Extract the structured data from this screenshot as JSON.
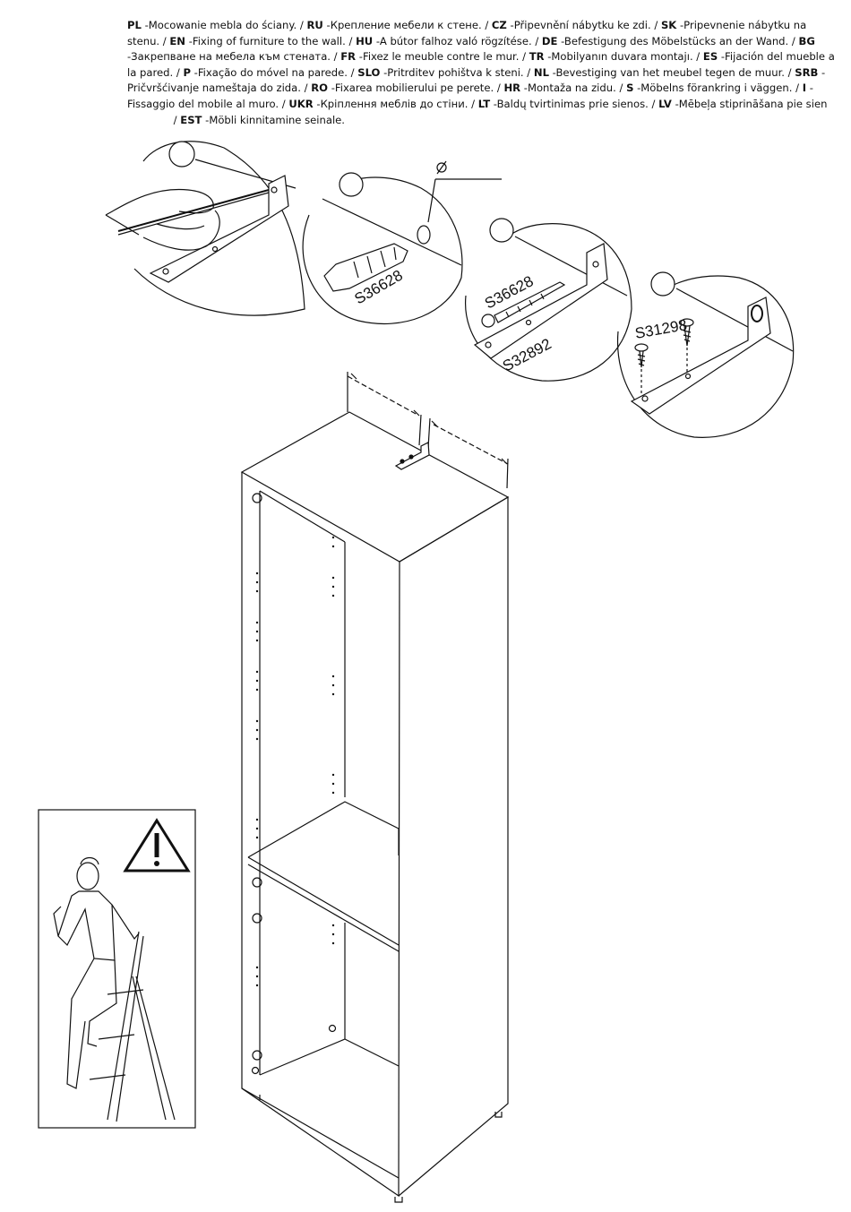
{
  "instructions": [
    {
      "lang": "PL",
      "text": "-Mocowanie mebla do ściany."
    },
    {
      "lang": "RU",
      "text": "-Крепление мебели к стене."
    },
    {
      "lang": "CZ",
      "text": "-Připevnění nábytku ke zdi."
    },
    {
      "lang": "SK",
      "text": "-Pripevnenie nábytku na stenu."
    },
    {
      "lang": "EN",
      "text": "-Fixing of furniture to the wall."
    },
    {
      "lang": "HU",
      "text": "-A bútor falhoz való rögzítése."
    },
    {
      "lang": "DE",
      "text": "-Befestigung des Möbelstücks an der Wand."
    },
    {
      "lang": "BG",
      "text": "-Закрепване на мебела към стената."
    },
    {
      "lang": "FR",
      "text": "-Fixez le meuble contre le mur."
    },
    {
      "lang": "TR",
      "text": "-Mobilyanın duvara montajı."
    },
    {
      "lang": "ES",
      "text": "-Fijación del mueble a la pared."
    },
    {
      "lang": "P",
      "text": "-Fixação do móvel na parede."
    },
    {
      "lang": "SLO",
      "text": "-Pritrditev pohištva k steni."
    },
    {
      "lang": "NL",
      "text": "-Bevestiging van het meubel tegen de muur."
    },
    {
      "lang": "SRB",
      "text": "-Pričvršćivanje nameštaja do zida."
    },
    {
      "lang": "RO",
      "text": "-Fixarea mobilierului pe perete."
    },
    {
      "lang": "HR",
      "text": "-Montaža na zidu."
    },
    {
      "lang": "S",
      "text": "-Möbelns förankring i väggen."
    },
    {
      "lang": "I",
      "text": "-Fissaggio del mobile al muro."
    },
    {
      "lang": "UKR",
      "text": "-Кріплення меблів до стіни."
    },
    {
      "lang": "LT",
      "text": "-Baldų tvirtinimas prie sienos."
    },
    {
      "lang": "LV",
      "text": "-Mēbeļa stiprināšana pie sien"
    },
    {
      "lang": "EST",
      "text": "-Möbli kinnitamine seinale."
    }
  ],
  "parts": {
    "dowel": "S36628",
    "screw": "S36628",
    "bracket": "S32892",
    "small_screws": "S31298"
  },
  "diameter_symbol": "Ø",
  "warning_icon": "exclamation-triangle-icon"
}
